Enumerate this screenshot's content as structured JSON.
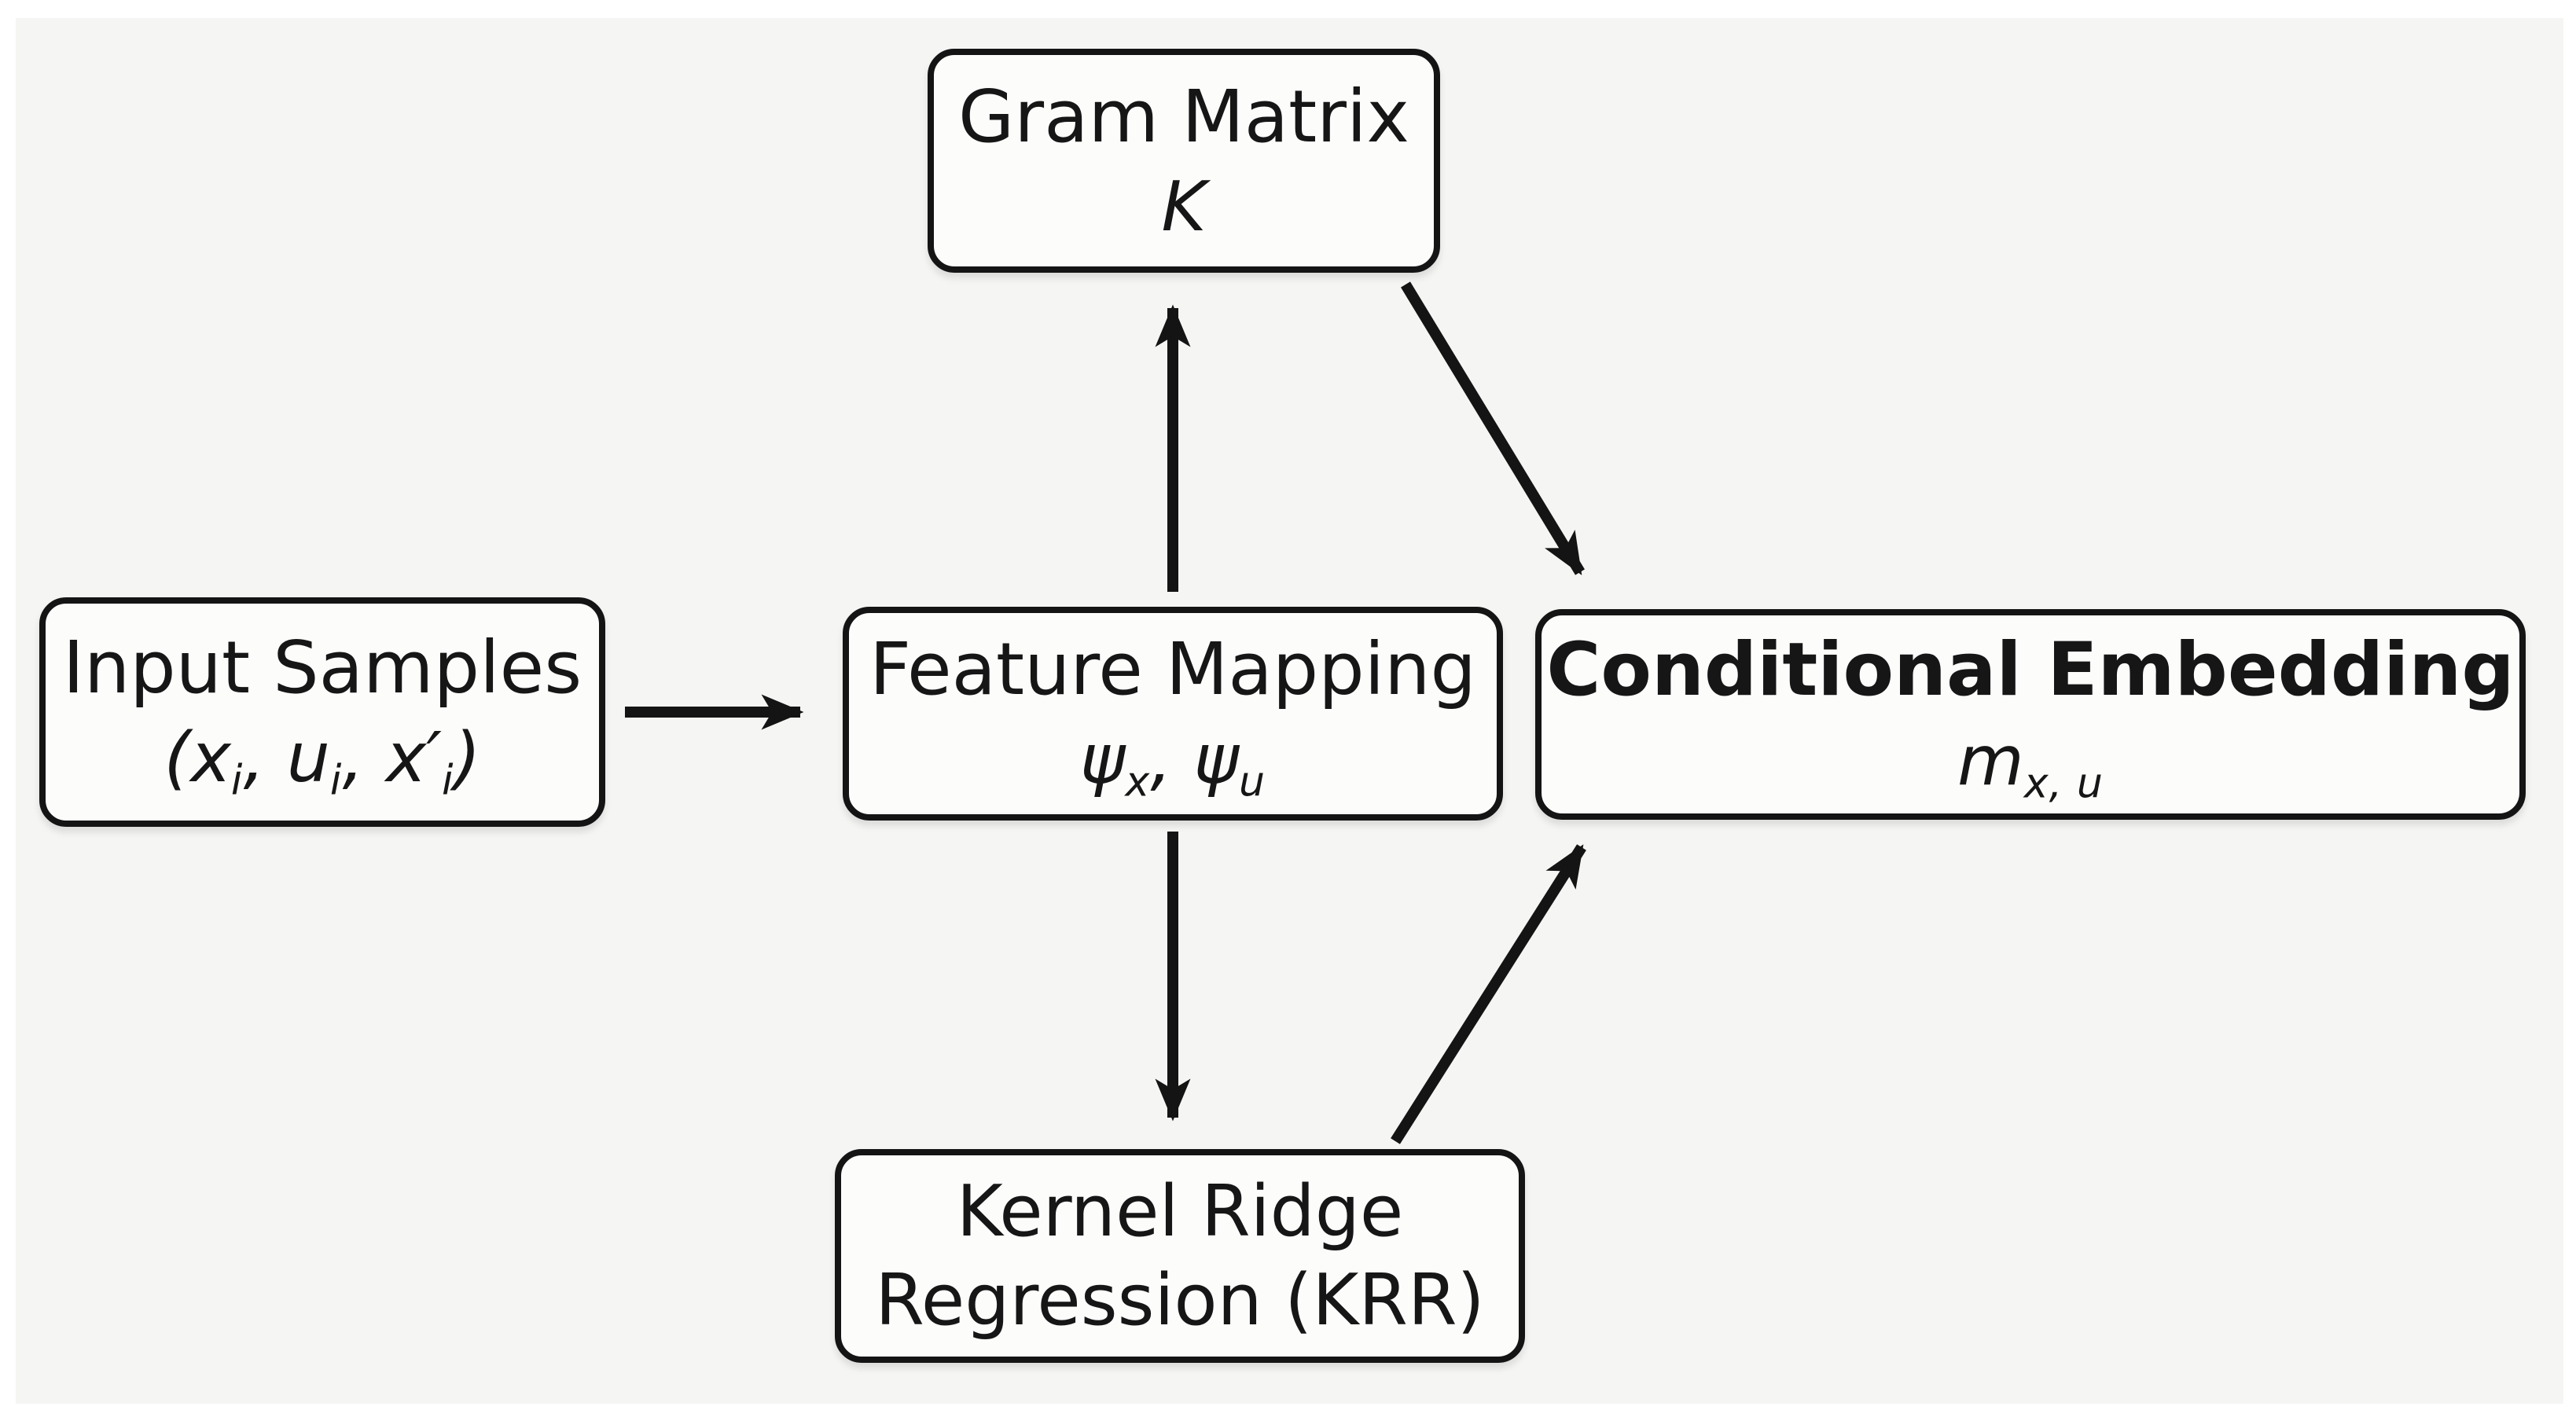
{
  "figure": {
    "colors": {
      "page_background": "#ffffff",
      "canvas_background": "#f5f5f3",
      "stroke": "#141414",
      "box_fill": "#fcfcfb",
      "text": "#161616"
    },
    "nodes": {
      "gram_matrix": {
        "title": "Gram Matrix",
        "math": "K"
      },
      "input_samples": {
        "title": "Input Samples",
        "math": "(x_i, u_i, x′_i)"
      },
      "feature_mapping": {
        "title": "Feature Mapping",
        "math": "ψ_x, ψ_u"
      },
      "conditional_embedding": {
        "title": "Conditional Embedding",
        "math": "m_{x, u}"
      },
      "krr": {
        "title": "Kernel Ridge Regression (KRR)",
        "math": ""
      }
    },
    "edges": [
      {
        "from": "input_samples",
        "to": "feature_mapping"
      },
      {
        "from": "feature_mapping",
        "to": "gram_matrix"
      },
      {
        "from": "feature_mapping",
        "to": "krr"
      },
      {
        "from": "gram_matrix",
        "to": "conditional_embedding"
      },
      {
        "from": "krr",
        "to": "conditional_embedding"
      }
    ]
  }
}
